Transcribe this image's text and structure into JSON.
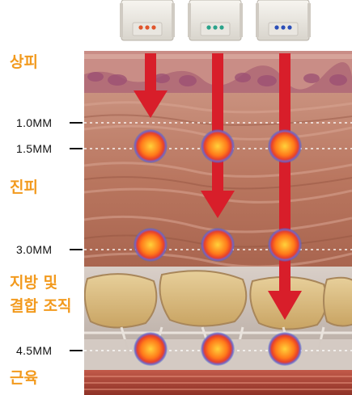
{
  "layer_labels": {
    "epidermis": "상피",
    "dermis": "진피",
    "fat_line1": "지방 및",
    "fat_line2": "결합 조직",
    "muscle": "근육"
  },
  "depth_labels": [
    "1.0MM",
    "1.5MM",
    "3.0MM",
    "4.5MM"
  ],
  "cartridges": [
    {
      "dot_color": "#e0552b"
    },
    {
      "dot_color": "#2aa38a"
    },
    {
      "dot_color": "#2b4fb8"
    }
  ],
  "colors": {
    "label_accent": "#f29a1e",
    "arrow": "#d81e2a",
    "focal_center": "#ff7a1a",
    "focal_ring": "#3a6fd0"
  }
}
